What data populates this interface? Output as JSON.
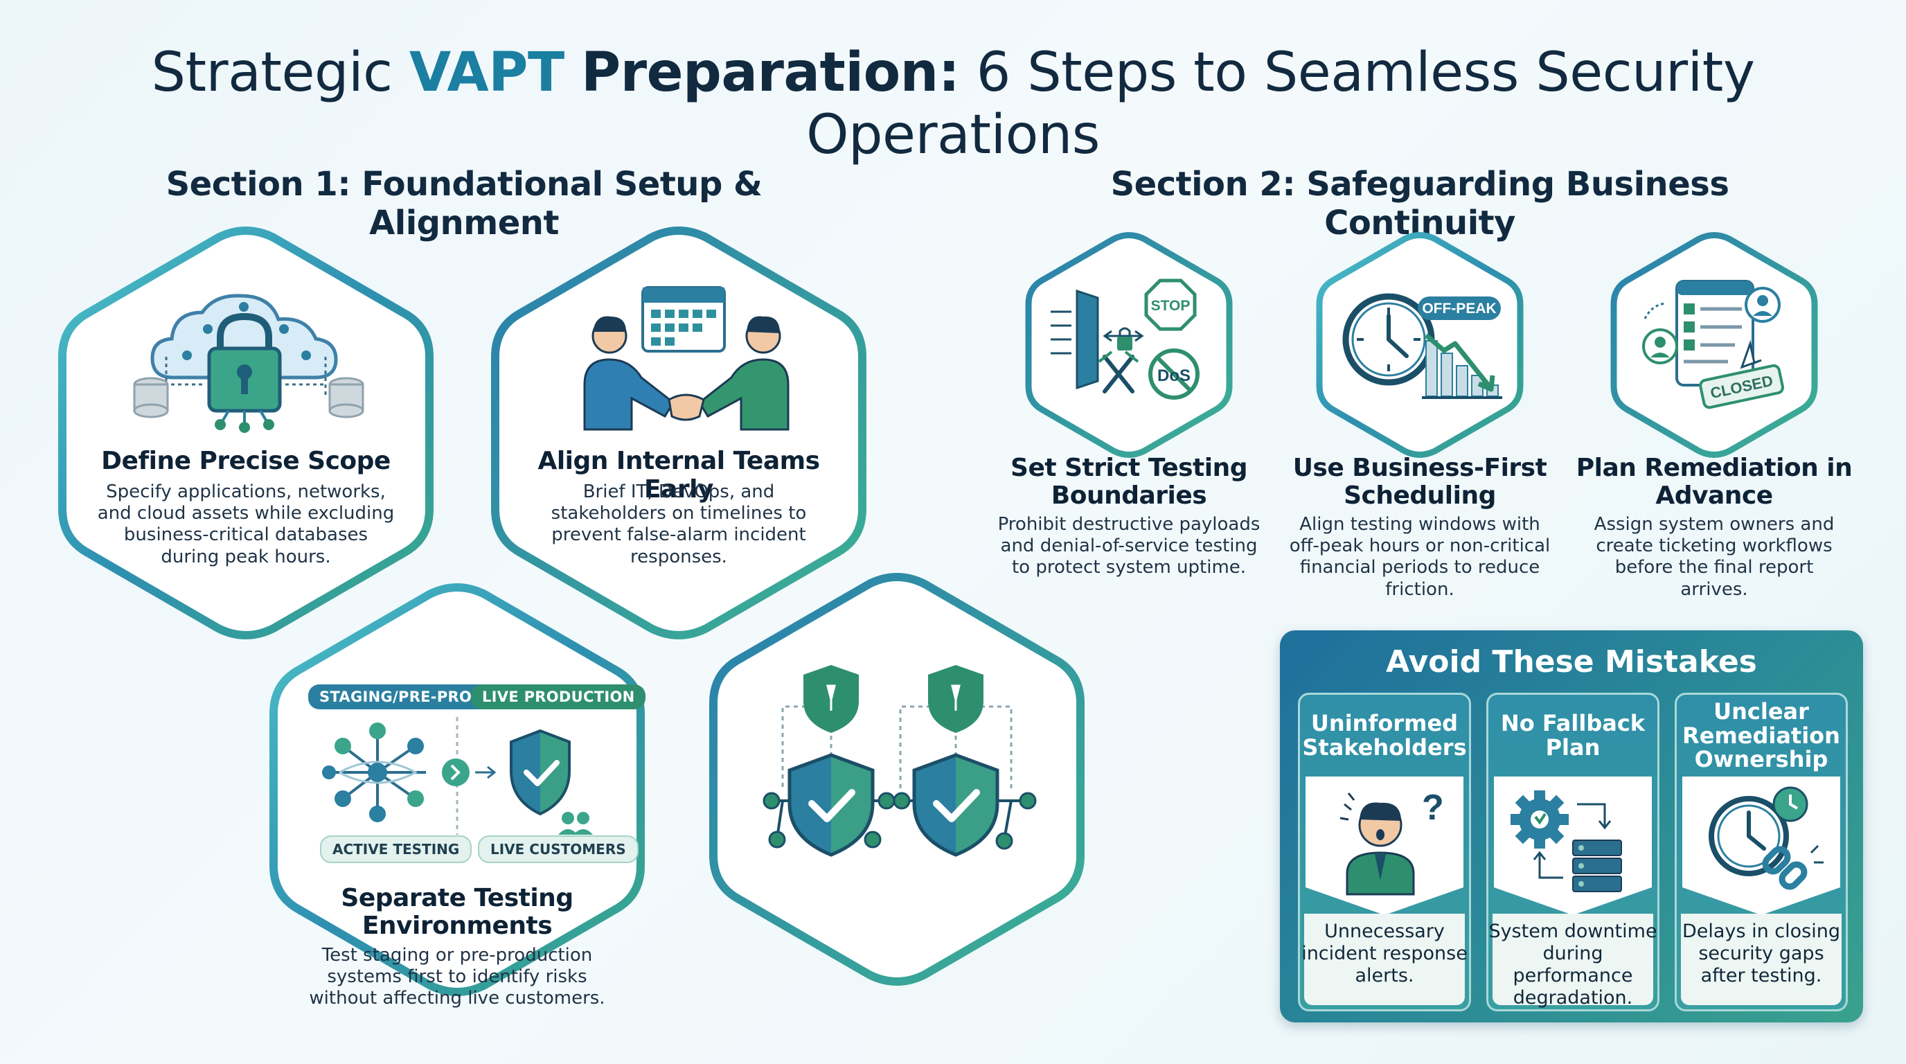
{
  "title": {
    "part1": "Strategic",
    "part2": "VAPT",
    "part3": "Preparation:",
    "part4": "6 Steps to Seamless Security Operations"
  },
  "section1": "Section 1: Foundational Setup & Alignment",
  "section2": "Section 2: Safeguarding Business Continuity",
  "steps": [
    {
      "title": "Define Precise Scope",
      "desc": "Specify applications, networks, and cloud assets while excluding business-critical databases during peak hours.",
      "icon": "cloud-lock-icon"
    },
    {
      "title": "Align Internal Teams Early",
      "desc": "Brief IT, DevOps, and stakeholders on timelines to prevent false-alarm incident responses.",
      "icon": "handshake-icon"
    },
    {
      "title": "Separate Testing Environments",
      "desc": "Test staging or pre-production systems first to identify risks without affecting live customers.",
      "icon": "environments-icon",
      "labels": {
        "staging": "STAGING/PRE-PROD",
        "live": "LIVE PRODUCTION",
        "active": "ACTIVE TESTING",
        "customers": "LIVE CUSTOMERS"
      }
    },
    {
      "title": "Set Strict Testing Boundaries",
      "desc": "Prohibit destructive payloads and denial-of-service testing to protect system uptime.",
      "icon": "boundaries-icon",
      "stop_label": "STOP",
      "dos_label": "DoS"
    },
    {
      "title": "Use Business-First Scheduling",
      "desc": "Align testing windows with off-peak hours or non-critical financial periods to reduce friction.",
      "icon": "clock-chart-icon",
      "offpeak_label": "OFF-PEAK"
    },
    {
      "title": "Plan Remediation in Advance",
      "desc": "Assign system owners and create ticketing workflows before the final report arrives.",
      "icon": "ticket-checklist-icon",
      "closed_label": "CLOSED"
    }
  ],
  "mistakes": {
    "title": "Avoid These Mistakes",
    "items": [
      {
        "title": "Uninformed Stakeholders",
        "desc": "Unnecessary incident response alerts.",
        "icon": "confused-person-icon"
      },
      {
        "title": "No Fallback Plan",
        "desc": "System downtime during performance degradation.",
        "icon": "gear-server-icon"
      },
      {
        "title": "Unclear Remediation Ownership",
        "desc": "Delays in closing security gaps after testing.",
        "icon": "clock-broken-chain-icon"
      }
    ]
  },
  "colors": {
    "accent_blue": "#1a7fa0",
    "teal": "#2f9e88",
    "navy": "#122a40",
    "green": "#2e8f6e"
  }
}
